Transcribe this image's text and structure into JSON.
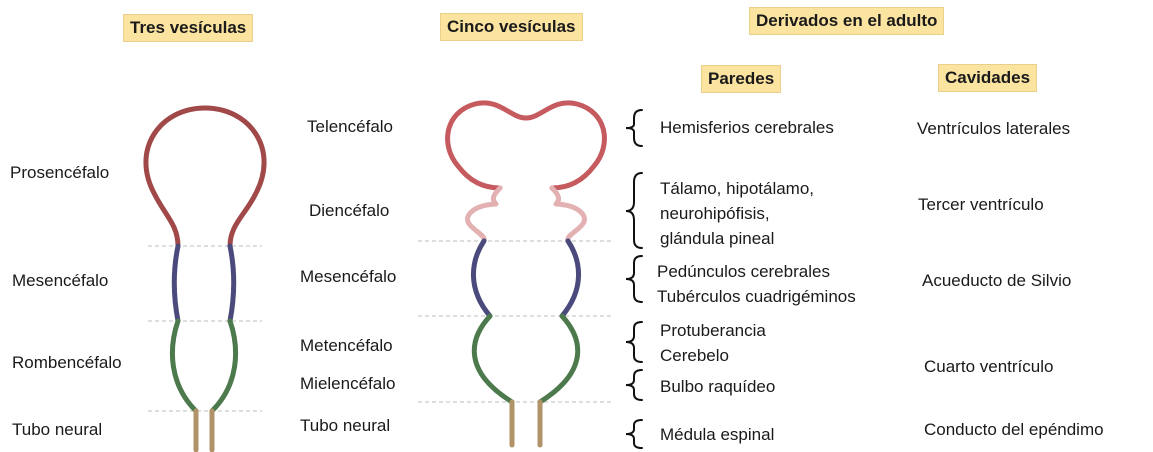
{
  "headers": {
    "three": "Tres vesículas",
    "five": "Cinco vesículas",
    "adult": "Derivados en el adulto",
    "walls": "Paredes",
    "cavities": "Cavidades"
  },
  "three_vesicles": [
    "Prosencéfalo",
    "Mesencéfalo",
    "Rombencéfalo",
    "Tubo neural"
  ],
  "five_vesicles": [
    "Telencéfalo",
    "Diencéfalo",
    "Mesencéfalo",
    "Metencéfalo",
    "Mielencéfalo",
    "Tubo neural"
  ],
  "walls": {
    "w1": "Hemisferios cerebrales",
    "w2a": "Tálamo, hipotálamo,",
    "w2b": "neurohipófisis,",
    "w2c": "glándula pineal",
    "w3a": "Pedúnculos cerebrales",
    "w3b": "Tubérculos cuadrigéminos",
    "w4a": "Protuberancia",
    "w4b": "Cerebelo",
    "w5": "Bulbo raquídeo",
    "w6": "Médula espinal"
  },
  "cavities": [
    "Ventrículos laterales",
    "Tercer ventrículo",
    "Acueducto de Silvio",
    "Cuarto ventrículo",
    "Conducto del epéndimo"
  ],
  "colors": {
    "prosencephalon": "#a14848",
    "telencephalon": "#c55a5f",
    "diencephalon": "#e3b1b2",
    "mesencephalon": "#4a4a7c",
    "rhombencephalon": "#4d7a4d",
    "neural_tube": "#b09368",
    "header_bg": "#fbe3a0"
  }
}
